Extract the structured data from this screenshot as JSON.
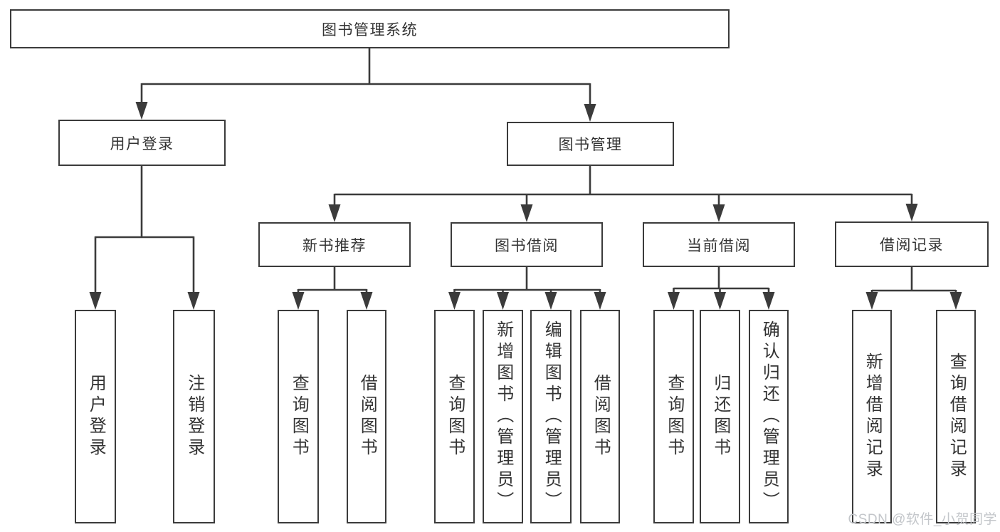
{
  "diagram": {
    "type": "tree",
    "orientation": "top-down",
    "colors": {
      "background": "#ffffff",
      "line": "#3b3b3b",
      "box_border": "#3b3b3b",
      "box_fill": "#ffffff",
      "text": "#333333",
      "watermark": "#c3c6ca"
    }
  },
  "tree": {
    "root": {
      "label": "图书管理系统",
      "children": [
        {
          "label": "用户登录",
          "children": [
            {
              "label": "用户登录"
            },
            {
              "label": "注销登录"
            }
          ]
        },
        {
          "label": "图书管理",
          "children": [
            {
              "label": "新书推荐",
              "children": [
                {
                  "label": "查询图书"
                },
                {
                  "label": "借阅图书"
                }
              ]
            },
            {
              "label": "图书借阅",
              "children": [
                {
                  "label": "查询图书"
                },
                {
                  "label": "新增图书（管理员）"
                },
                {
                  "label": "编辑图书（管理员）"
                },
                {
                  "label": "借阅图书"
                }
              ]
            },
            {
              "label": "当前借阅",
              "children": [
                {
                  "label": "查询图书"
                },
                {
                  "label": "归还图书"
                },
                {
                  "label": "确认归还（管理员）"
                }
              ]
            },
            {
              "label": "借阅记录",
              "children": [
                {
                  "label": "新增借阅记录"
                },
                {
                  "label": "查询借阅记录"
                }
              ]
            }
          ]
        }
      ]
    }
  },
  "watermark": {
    "text": "CSDN @软件_小贺同学"
  }
}
